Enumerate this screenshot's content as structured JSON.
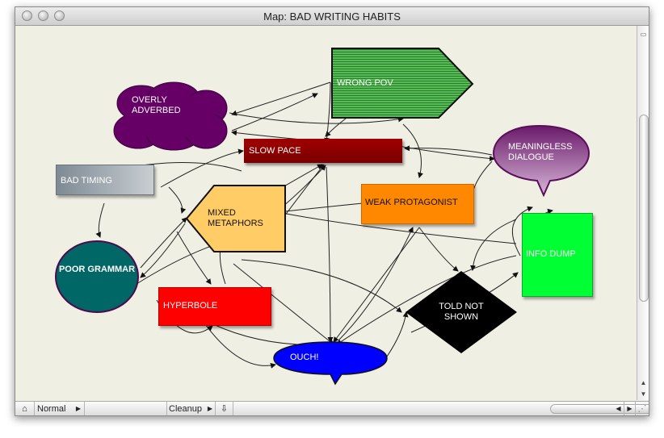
{
  "window": {
    "title": "Map: BAD WRITING HABITS"
  },
  "nodes": {
    "overly_adverbed": "OVERLY ADVERBED",
    "wrong_pov": "WRONG POV",
    "slow_pace": "SLOW PACE",
    "meaningless_dialogue": "MEANINGLESS DIALOGUE",
    "bad_timing": "BAD TIMING",
    "mixed_metaphors": "MIXED METAPHORS",
    "weak_protagonist": "WEAK PROTAGONIST",
    "info_dump": "INFO DUMP",
    "poor_grammar": "POOR GRAMMAR",
    "hyperbole": "HYPERBOLE",
    "told_not_shown": "TOLD NOT SHOWN",
    "ouch": "OUCH!"
  },
  "statusbar": {
    "view_mode": "Normal",
    "cleanup_label": "Cleanup"
  },
  "colors": {
    "overly_adverbed": "#660066",
    "wrong_pov": "#44aa44",
    "slow_pace": "#990000",
    "meaningless_dialogue": "#7d2a7d",
    "bad_timing": "#8f9aa2",
    "mixed_metaphors": "#ffcc66",
    "weak_protagonist": "#ff8800",
    "info_dump": "#00ff33",
    "poor_grammar": "#006666",
    "hyperbole": "#ff0000",
    "told_not_shown": "#000000",
    "ouch": "#0000ff",
    "canvas_background": "#f0efe4"
  }
}
